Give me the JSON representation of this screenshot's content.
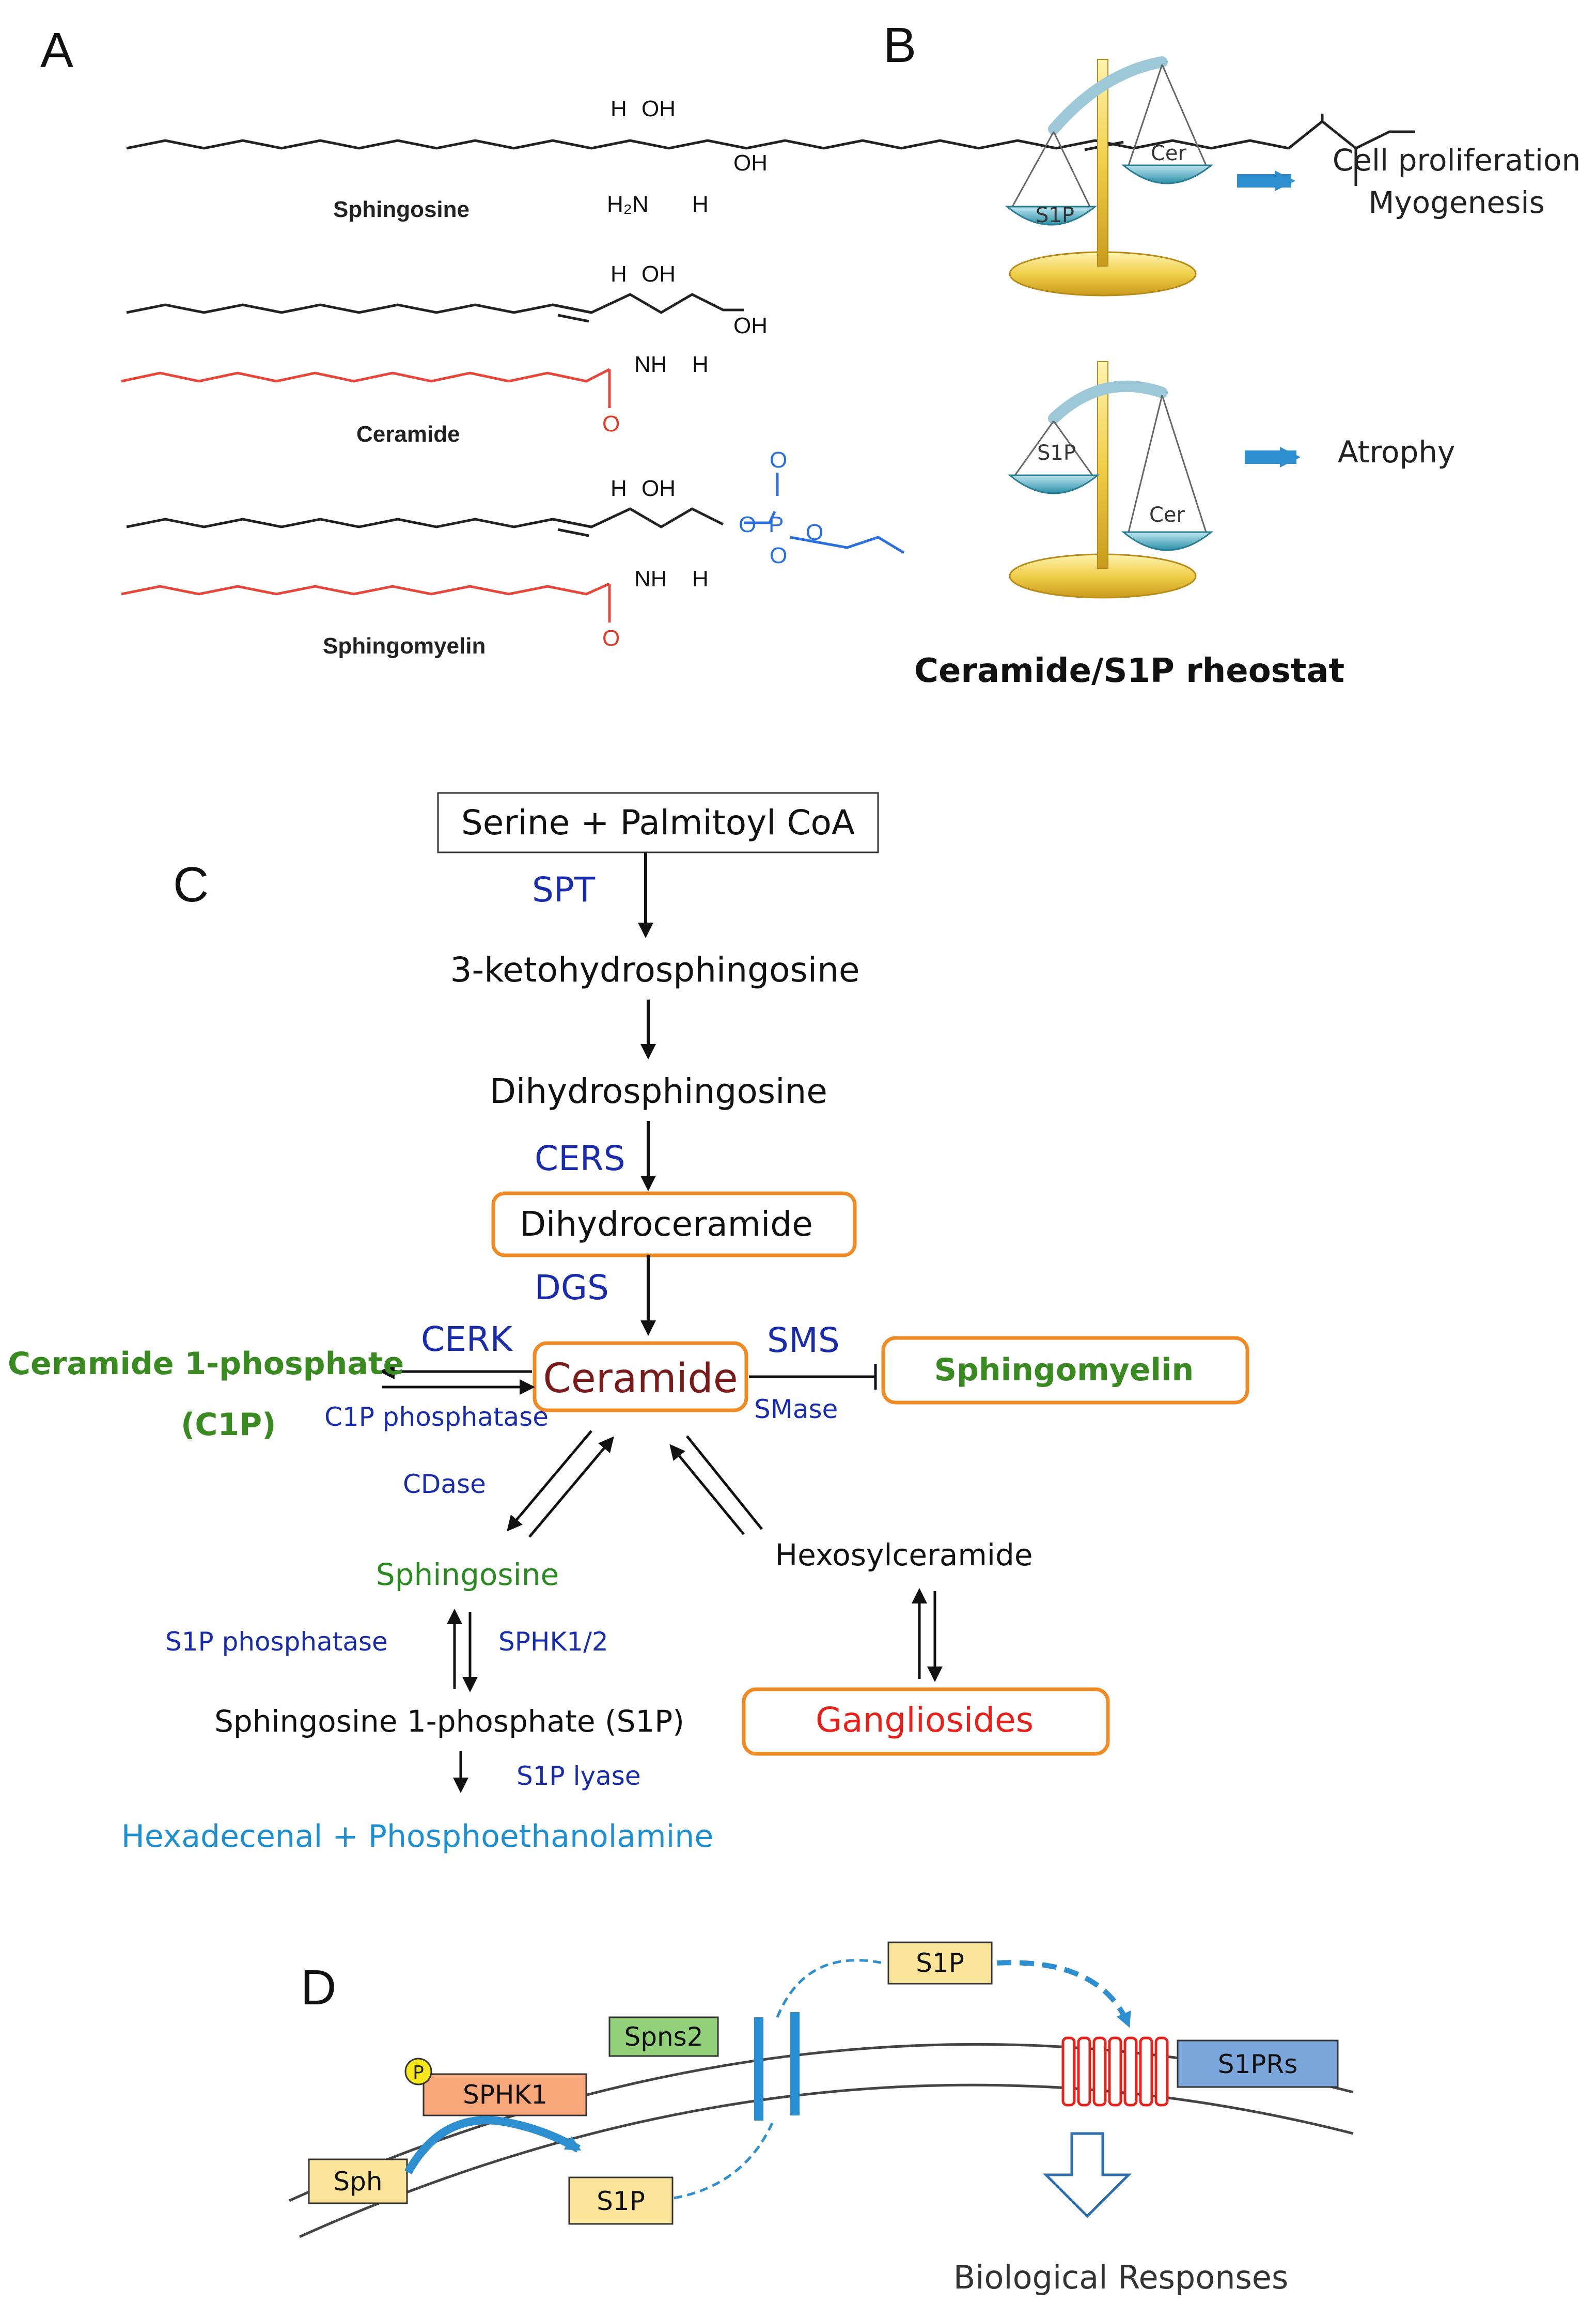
{
  "panelA": {
    "letter": "A",
    "sphingosine": {
      "name": "Sphingosine",
      "h": "H",
      "oh": "OH",
      "oh2": "OH",
      "nh2": "H₂N",
      "h2": "H"
    },
    "ceramide": {
      "name": "Ceramide",
      "h": "H",
      "oh": "OH",
      "oh2": "OH",
      "nh": "NH",
      "h2": "H",
      "o": "O"
    },
    "sphingomyelin": {
      "name": "Sphingomyelin",
      "h": "H",
      "oh": "OH",
      "nh": "NH",
      "h2": "H",
      "o": "O",
      "o_link": "O",
      "p": "P",
      "o_top": "O",
      "o_minus": "O",
      "o_right": "O"
    }
  },
  "panelB": {
    "letter": "B",
    "top_scale": {
      "left_pan": "S1P",
      "right_pan": "Cer",
      "outcome_line1": "Cell proliferation",
      "outcome_line2": "Myogenesis"
    },
    "bottom_scale": {
      "left_pan": "S1P",
      "right_pan": "Cer",
      "outcome": "Atrophy"
    },
    "caption": "Ceramide/S1P rheostat"
  },
  "panelC": {
    "letter": "C",
    "start": "Serine + Palmitoyl  CoA",
    "spt": "SPT",
    "keto": "3-ketohydrosphingosine",
    "dihydrosph": "Dihydrosphingosine",
    "cers": "CERS",
    "dihydrocer": "Dihydroceramide",
    "dgs": "DGS",
    "ceramide": "Ceramide",
    "cerk": "CERK",
    "c1p_name": "Ceramide 1-phosphate",
    "c1p_abbr": "(C1P)",
    "c1p_phosphatase": "C1P phosphatase",
    "sms": "SMS",
    "smase": "SMase",
    "sphingomyelin": "Sphingomyelin",
    "cdase": "CDase",
    "sphingosine": "Sphingosine",
    "hexosylceramide": "Hexosylceramide",
    "s1p_phosphatase": "S1P phosphatase",
    "sphk": "SPHK1/2",
    "s1p": "Sphingosine 1-phosphate (S1P)",
    "gangliosides": "Gangliosides",
    "s1p_lyase": "S1P lyase",
    "products": "Hexadecenal + Phosphoethanolamine"
  },
  "panelD": {
    "letter": "D",
    "s1p_out": "S1P",
    "spns2": "Spns2",
    "s1prs": "S1PRs",
    "p": "P",
    "sphk1": "SPHK1",
    "sph": "Sph",
    "s1p_in": "S1P",
    "bio": "Biological Responses"
  },
  "colors": {
    "enzyme": "#1a2cae",
    "orange_box": "#f08a24",
    "green_text": "#2a8a22",
    "red_text": "#e8201a",
    "arrow_blue": "#2e8fd0",
    "yellow_box": "#fbe59a",
    "green_box": "#93d07a",
    "orange_fill": "#f7a77a",
    "blue_box": "#7aa6dc",
    "receptor_red": "#e8201a"
  }
}
